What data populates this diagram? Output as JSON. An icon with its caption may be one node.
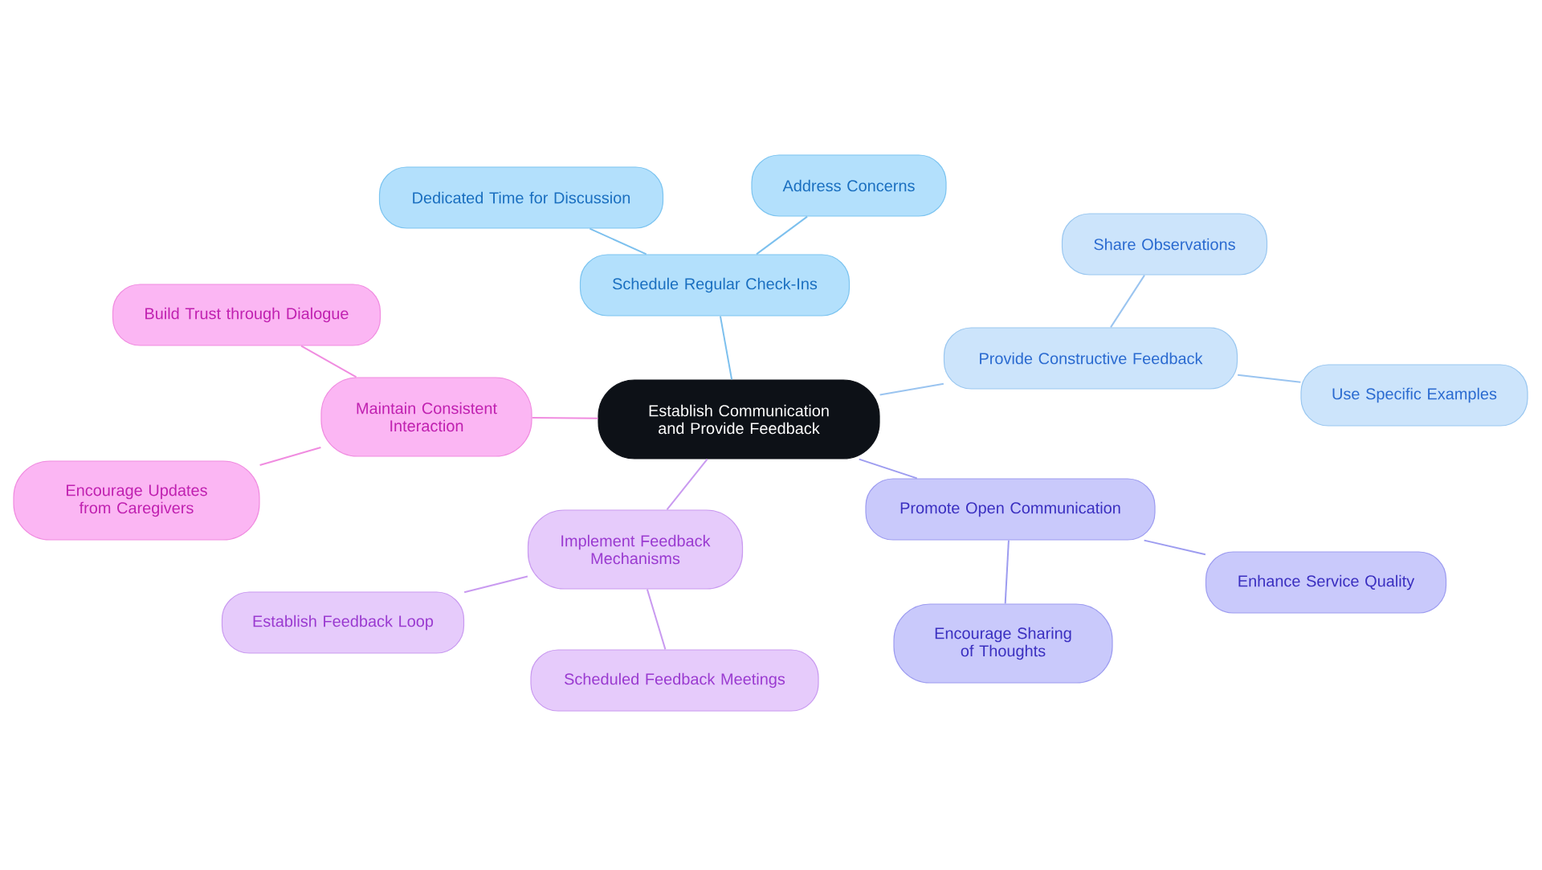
{
  "diagram": {
    "nodes": [
      {
        "text": [
          "Establish Communication and Provide Feedback"
        ]
      },
      {
        "text": [
          "Schedule Regular Check-Ins"
        ]
      },
      {
        "text": [
          "Dedicated Time for Discussion"
        ]
      },
      {
        "text": [
          "Address Concerns"
        ]
      },
      {
        "text": [
          "Provide Constructive Feedback"
        ]
      },
      {
        "text": [
          "Share Observations"
        ]
      },
      {
        "text": [
          "Use Specific Examples"
        ]
      },
      {
        "text": [
          "Promote Open Communication"
        ]
      },
      {
        "text": [
          "Enhance Service Quality"
        ]
      },
      {
        "text": [
          "Encourage Sharing of Thoughts"
        ]
      },
      {
        "text": [
          "Implement Feedback Mechanisms"
        ]
      },
      {
        "text": [
          "Establish Feedback Loop"
        ]
      },
      {
        "text": [
          "Scheduled Feedback Meetings"
        ]
      },
      {
        "text": [
          "Maintain Consistent Interaction"
        ]
      },
      {
        "text": [
          "Build Trust through Dialogue"
        ]
      },
      {
        "text": [
          "Encourage Updates from Caregivers"
        ]
      }
    ],
    "edges": [
      {
        "from": 0,
        "to": 1,
        "arrow": "none",
        "color": "#7cc0ee"
      },
      {
        "from": 1,
        "to": 2,
        "arrow": "none",
        "color": "#7cc0ee"
      },
      {
        "from": 1,
        "to": 3,
        "arrow": "none",
        "color": "#7cc0ee"
      },
      {
        "from": 0,
        "to": 4,
        "arrow": "none",
        "color": "#9ac4f0"
      },
      {
        "from": 4,
        "to": 5,
        "arrow": "none",
        "color": "#9ac4f0"
      },
      {
        "from": 4,
        "to": 6,
        "arrow": "none",
        "color": "#9ac4f0"
      },
      {
        "from": 0,
        "to": 7,
        "arrow": "none",
        "color": "#9d9cf0"
      },
      {
        "from": 7,
        "to": 8,
        "arrow": "none",
        "color": "#9d9cf0"
      },
      {
        "from": 7,
        "to": 9,
        "arrow": "none",
        "color": "#9d9cf0"
      },
      {
        "from": 0,
        "to": 10,
        "arrow": "none",
        "color": "#c99af0"
      },
      {
        "from": 10,
        "to": 11,
        "arrow": "none",
        "color": "#c99af0"
      },
      {
        "from": 10,
        "to": 12,
        "arrow": "none",
        "color": "#c99af0"
      },
      {
        "from": 0,
        "to": 13,
        "arrow": "none",
        "color": "#f08ce0"
      },
      {
        "from": 13,
        "to": 14,
        "arrow": "none",
        "color": "#f08ce0"
      },
      {
        "from": 13,
        "to": 15,
        "arrow": "none",
        "color": "#f08ce0"
      }
    ]
  }
}
